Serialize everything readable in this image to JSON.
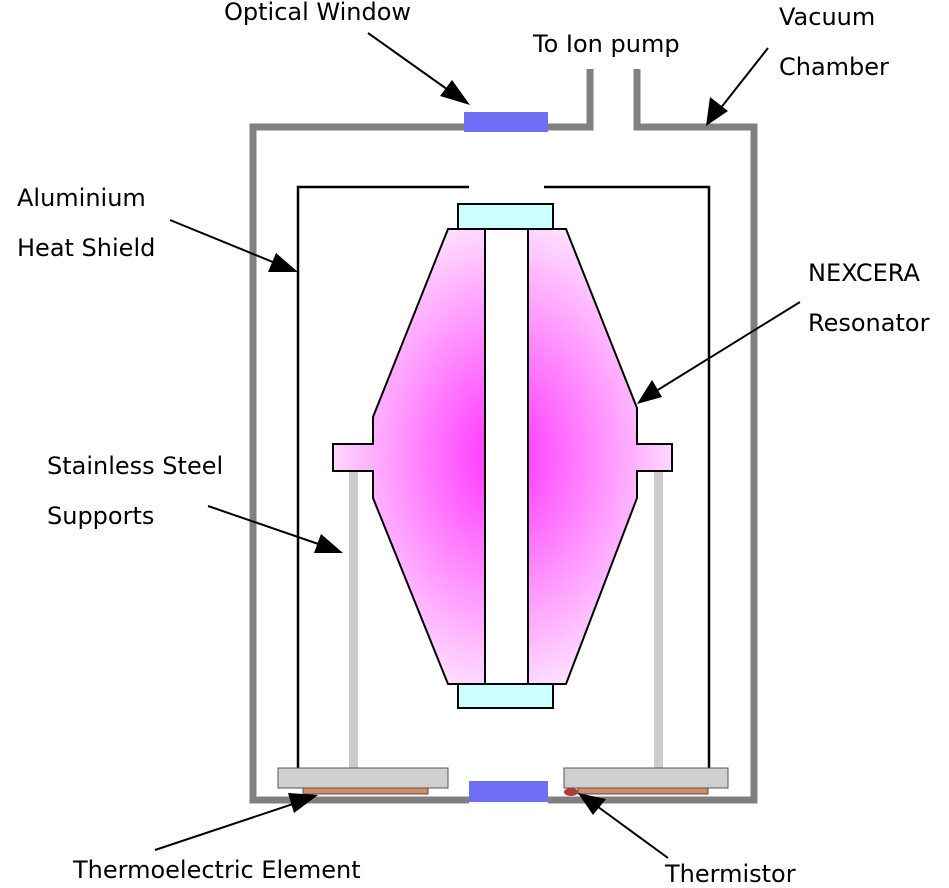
{
  "labels": {
    "optical_window": "Optical Window",
    "to_ion_pump": "To Ion pump",
    "vacuum_line1": "Vacuum",
    "vacuum_line2": "Chamber",
    "heat_shield_line1": "Aluminium",
    "heat_shield_line2": "Heat Shield",
    "resonator_line1": "NEXCERA",
    "resonator_line2": "Resonator",
    "supports_line1": "Stainless Steel",
    "supports_line2": "Supports",
    "thermoelectric": "Thermoelectric Element",
    "thermistor": "Thermistor"
  },
  "colors": {
    "chamber_wall": "#808080",
    "window": "#6f6ff5",
    "heat_shield": "#000000",
    "resonator_core": "#ff30ff",
    "resonator_edge": "#ffffff",
    "mirror": "#ccffff",
    "support_rod": "#cccccc",
    "base_plate": "#cfcfcf",
    "thermoelectric": "#c89070",
    "thermistor": "#b03a3a"
  }
}
